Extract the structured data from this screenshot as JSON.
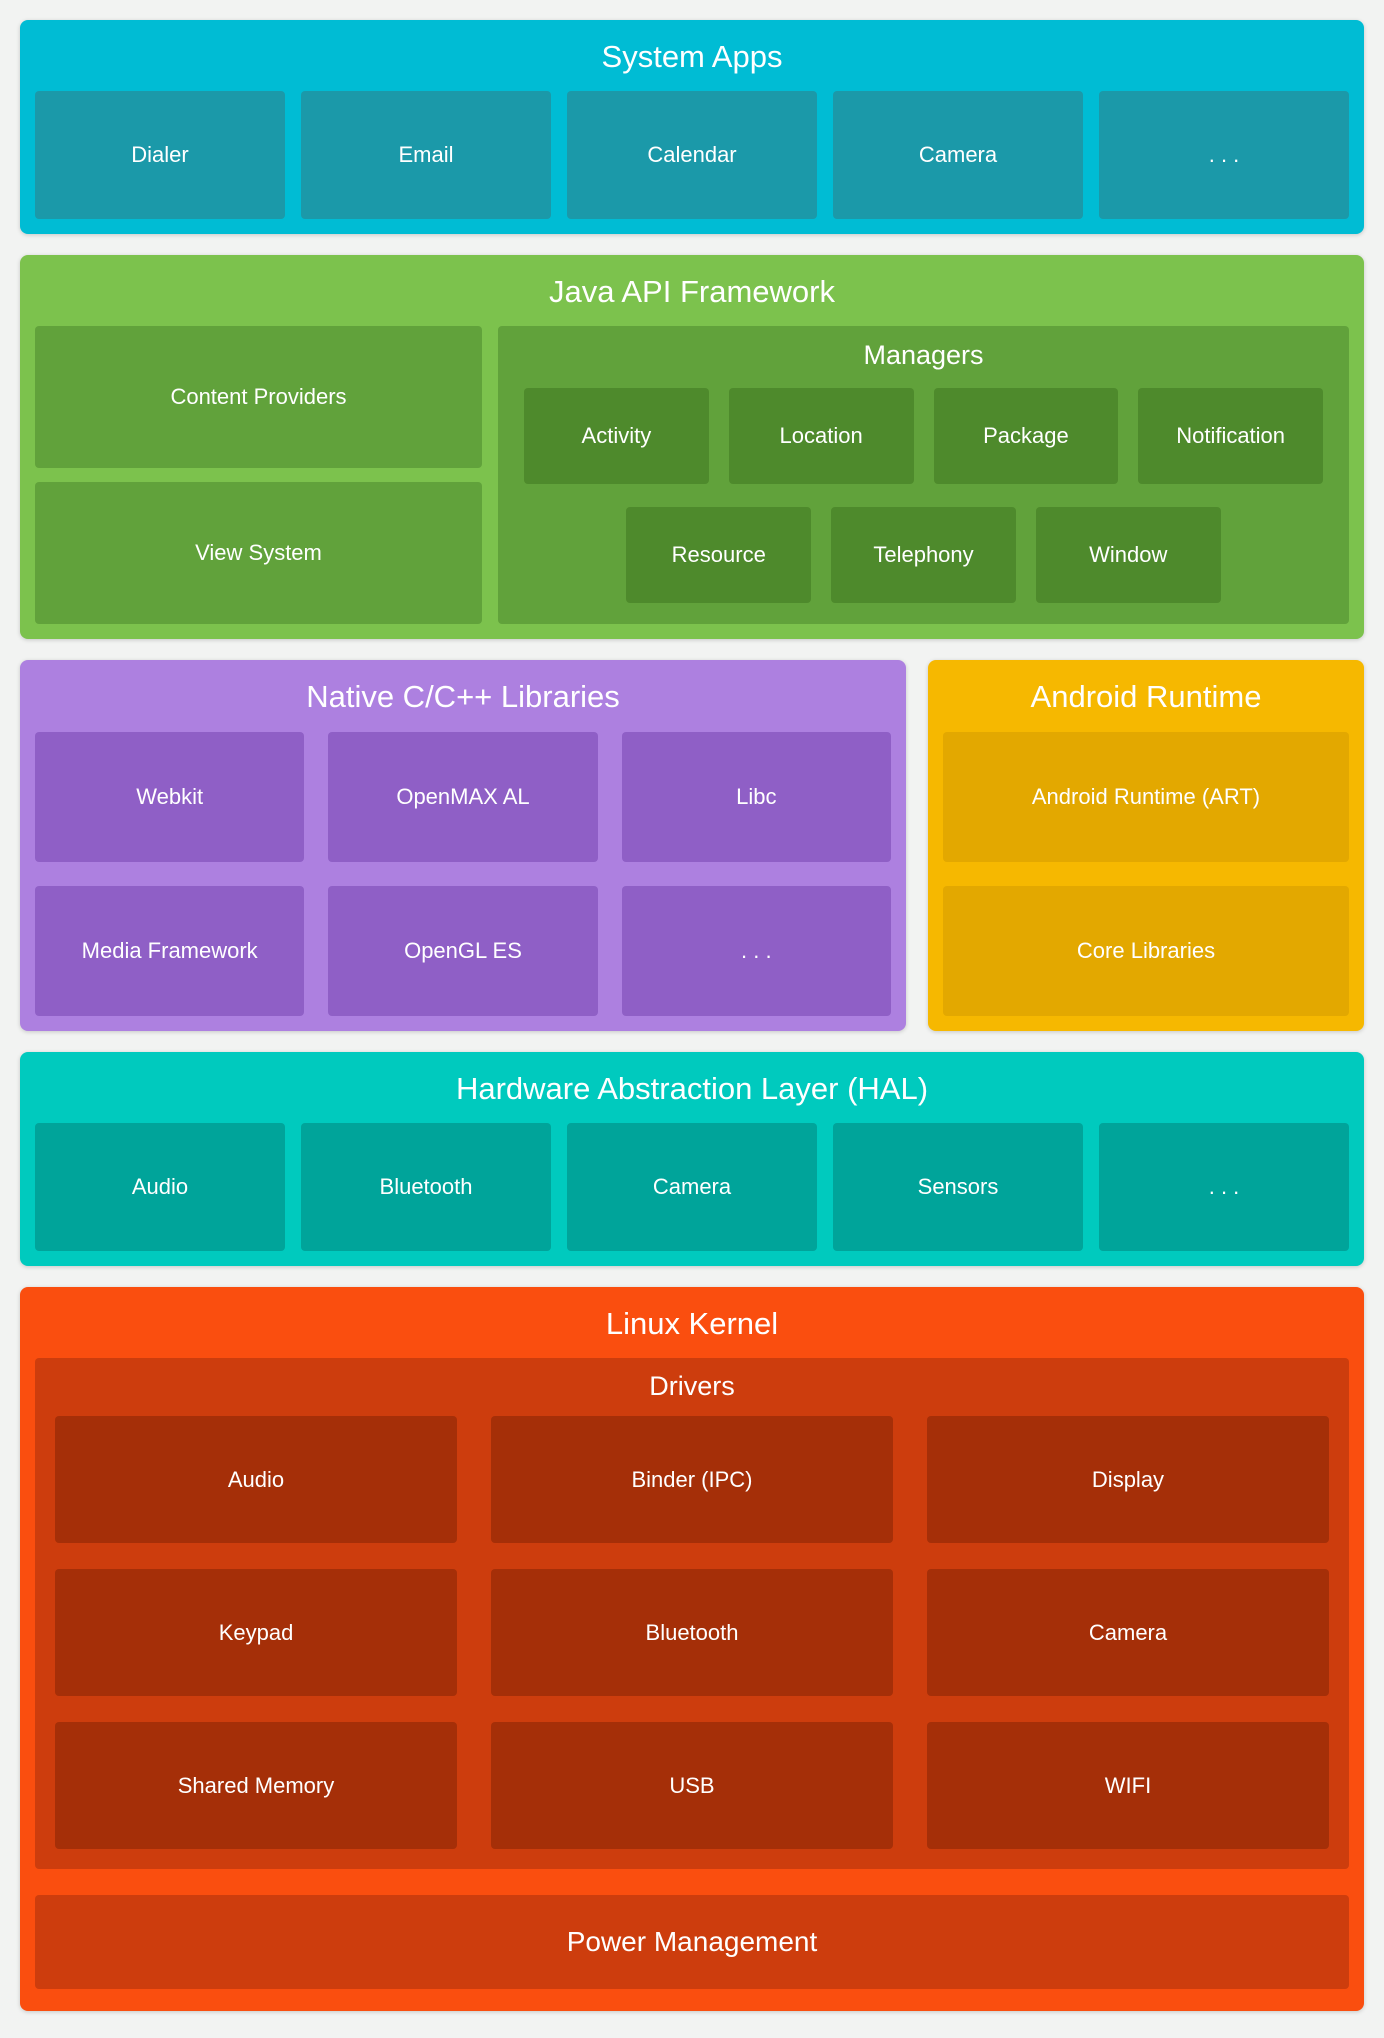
{
  "colors": {
    "page_bg": "#f2f3f2",
    "text": "#ffffff",
    "system_outer": "#00bcd4",
    "system_chip": "#1b99a9",
    "java_outer": "#7cc24d",
    "java_mid": "#61a23b",
    "java_chip": "#4e8a2c",
    "native_outer": "#ad80e0",
    "native_chip": "#8f5fc6",
    "runtime_outer": "#f6b800",
    "runtime_chip": "#e3a800",
    "hal_outer": "#00cabe",
    "hal_chip": "#00a49a",
    "kernel_outer": "#fa4e0f",
    "kernel_mid": "#cd3d0d",
    "kernel_chip": "#a52f08"
  },
  "layers": {
    "system_apps": {
      "title": "System Apps",
      "chips": [
        "Dialer",
        "Email",
        "Calendar",
        "Camera",
        ". . ."
      ]
    },
    "java_api": {
      "title": "Java API Framework",
      "left": [
        "Content Providers",
        "View System"
      ],
      "managers": {
        "title": "Managers",
        "row1": [
          "Activity",
          "Location",
          "Package",
          "Notification"
        ],
        "row2": [
          "Resource",
          "Telephony",
          "Window"
        ]
      }
    },
    "native_libs": {
      "title": "Native C/C++ Libraries",
      "chips": [
        "Webkit",
        "OpenMAX AL",
        "Libc",
        "Media Framework",
        "OpenGL ES",
        ". . ."
      ]
    },
    "android_runtime": {
      "title": "Android Runtime",
      "chips": [
        "Android Runtime (ART)",
        "Core Libraries"
      ]
    },
    "hal": {
      "title": "Hardware Abstraction Layer (HAL)",
      "chips": [
        "Audio",
        "Bluetooth",
        "Camera",
        "Sensors",
        ". . ."
      ]
    },
    "kernel": {
      "title": "Linux Kernel",
      "drivers": {
        "title": "Drivers",
        "chips": [
          "Audio",
          "Binder (IPC)",
          "Display",
          "Keypad",
          "Bluetooth",
          "Camera",
          "Shared Memory",
          "USB",
          "WIFI"
        ]
      },
      "power": "Power Management"
    }
  }
}
